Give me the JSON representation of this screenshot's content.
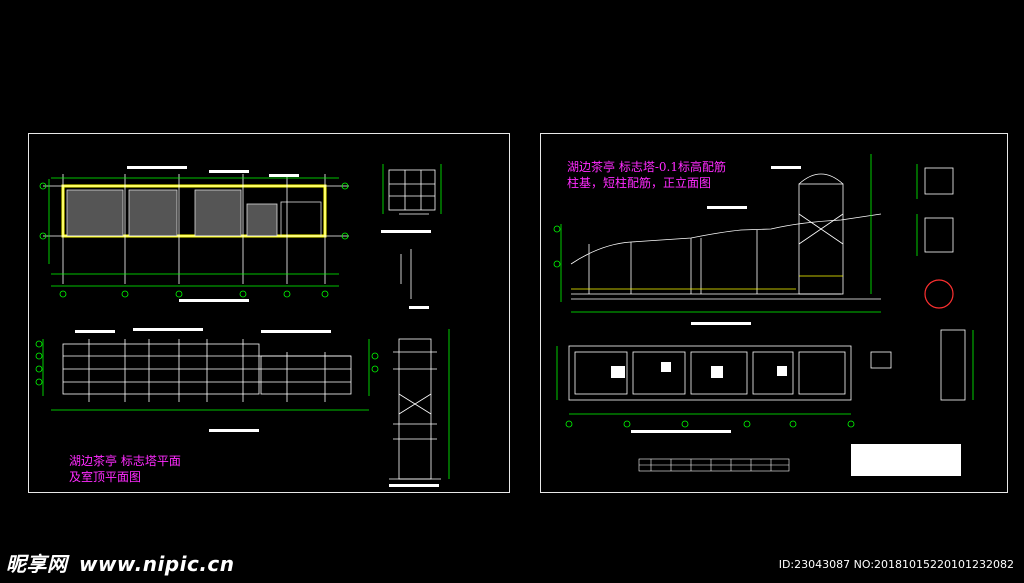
{
  "sheets": {
    "left": {
      "title_lines": [
        "湖边茶亭 标志塔平面",
        "及室顶平面图"
      ]
    },
    "right": {
      "title_lines": [
        "湖边茶亭 标志塔-0.1标高配筋",
        "柱基，短柱配筋，正立面图"
      ]
    }
  },
  "colors": {
    "background": "#000000",
    "linework": "#ffffff",
    "dimension": "#00ff00",
    "title": "#ff2bff",
    "wall_highlight": "#ffff00",
    "rebar_circle": "#ff3030"
  },
  "footer": {
    "watermark_cn": "昵享网",
    "watermark_url": "www.nipic.cn",
    "image_id": "ID:23043087 NO:20181015220101232082"
  }
}
